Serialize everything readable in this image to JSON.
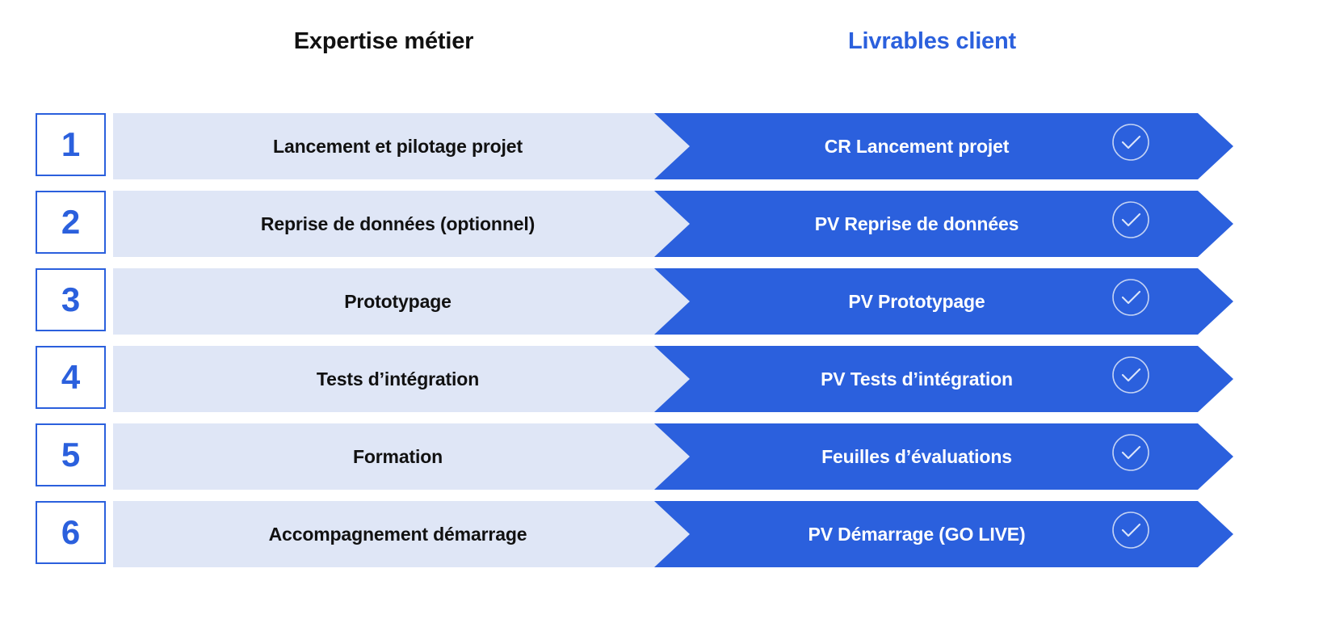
{
  "columns": {
    "left_title": "Expertise métier",
    "right_title": "Livrables client"
  },
  "colors": {
    "accent_blue": "#2b60dd",
    "light_blue": "#dfe6f6",
    "text_dark": "#111111",
    "white": "#ffffff"
  },
  "rows": [
    {
      "number": "1",
      "expertise": "Lancement et pilotage projet",
      "livrable": "CR Lancement projet",
      "status_icon": "check-circle-icon"
    },
    {
      "number": "2",
      "expertise": "Reprise de données (optionnel)",
      "livrable": "PV Reprise de données",
      "status_icon": "check-circle-icon"
    },
    {
      "number": "3",
      "expertise": "Prototypage",
      "livrable": "PV Prototypage",
      "status_icon": "check-circle-icon"
    },
    {
      "number": "4",
      "expertise": "Tests d’intégration",
      "livrable": "PV Tests d’intégration",
      "status_icon": "check-circle-icon"
    },
    {
      "number": "5",
      "expertise": "Formation",
      "livrable": "Feuilles d’évaluations",
      "status_icon": "check-circle-icon"
    },
    {
      "number": "6",
      "expertise": "Accompagnement démarrage",
      "livrable": "PV Démarrage (GO LIVE)",
      "status_icon": "check-circle-icon"
    }
  ]
}
